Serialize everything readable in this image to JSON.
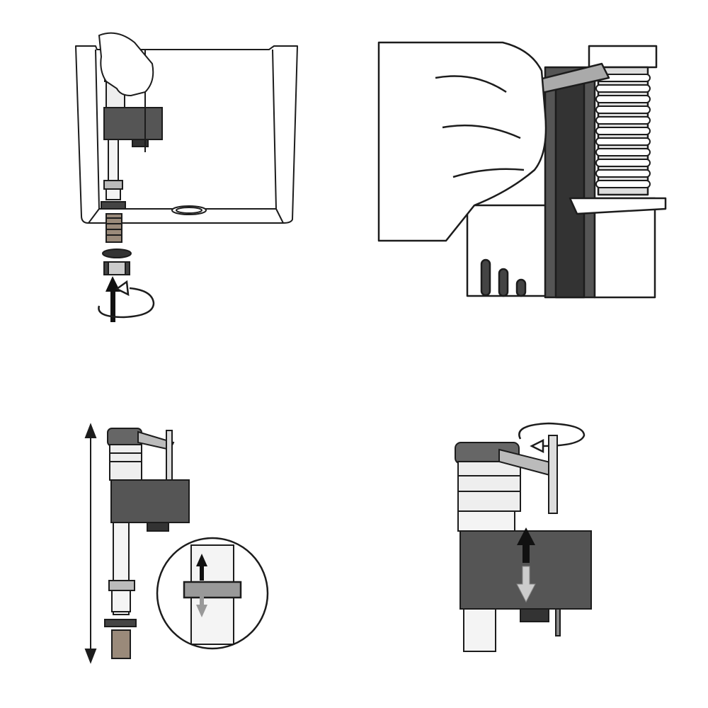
{
  "figure": {
    "panels": [
      {
        "id": "panel-1",
        "caption": ""
      },
      {
        "id": "panel-2",
        "caption": ""
      },
      {
        "id": "panel-3",
        "caption": ""
      },
      {
        "id": "panel-4",
        "caption": ""
      }
    ]
  },
  "colors": {
    "line": "#1c1c1c",
    "dark_fill": "#4a4a4a",
    "mid_fill": "#8c8c8c",
    "light_fill": "#dcdcdc",
    "paper": "#ffffff"
  },
  "icons": {
    "up_arrow": "up-arrow-icon",
    "down_arrow": "down-arrow-icon",
    "rotate_arrow": "rotate-arrow-icon",
    "height_arrow": "height-arrow-icon"
  }
}
